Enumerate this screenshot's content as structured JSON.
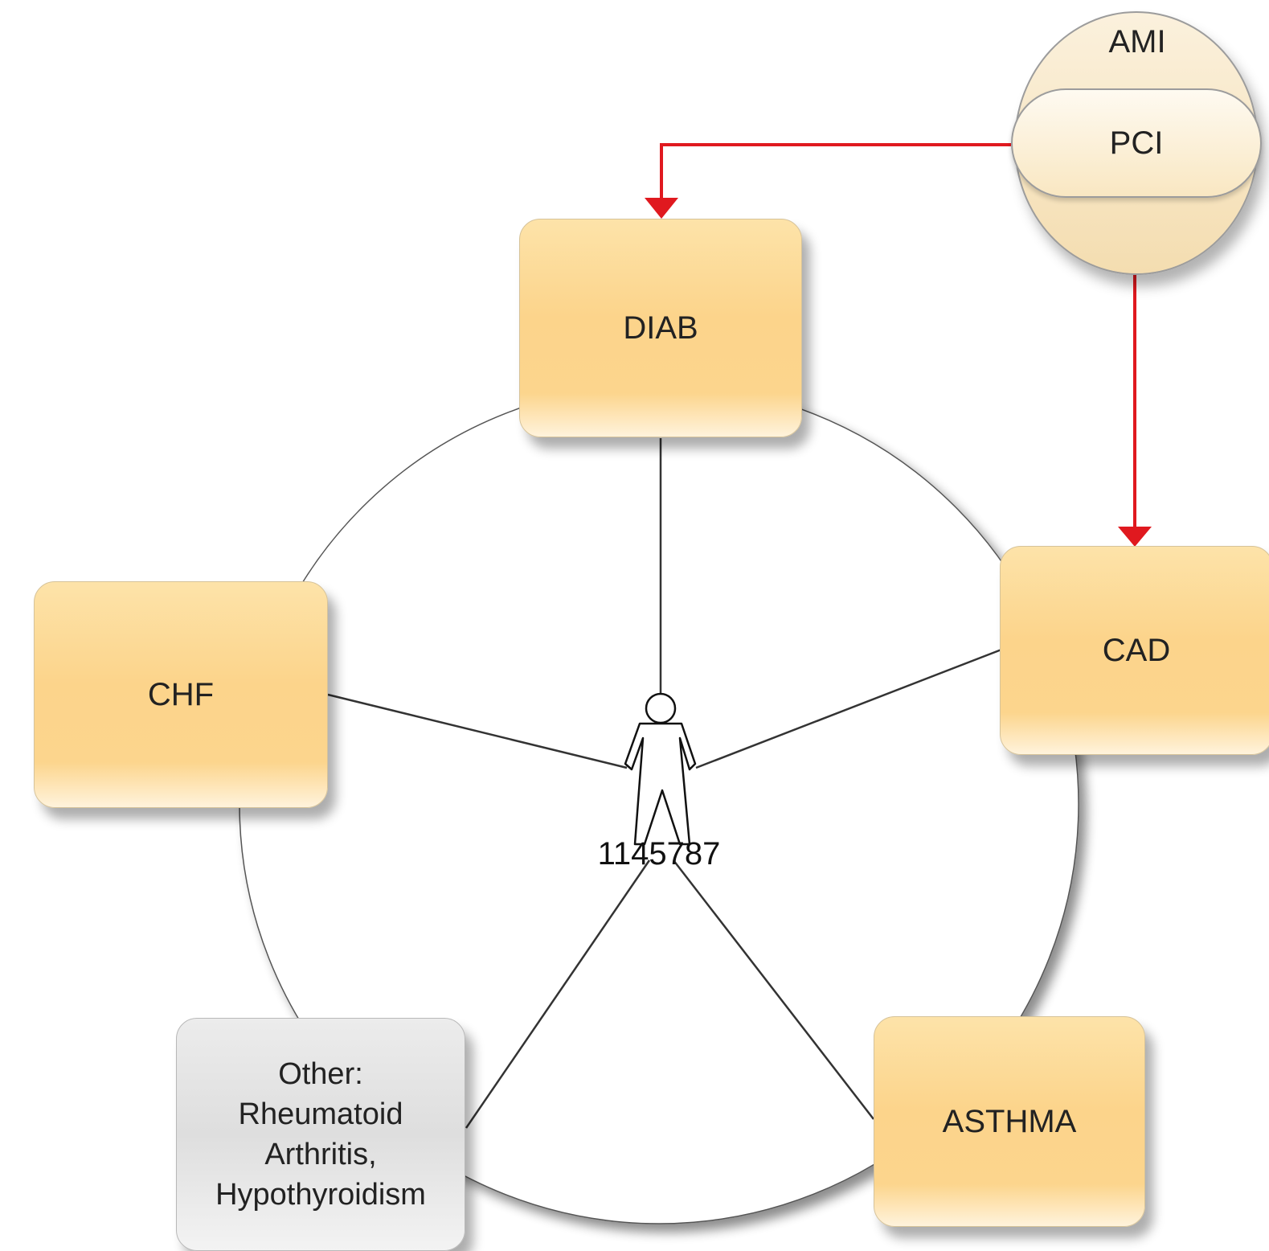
{
  "nodes": {
    "diab": "DIAB",
    "chf": "CHF",
    "cad": "CAD",
    "asthma": "ASTHMA",
    "other": [
      "Other:",
      "Rheumatoid",
      "Arthritis,",
      "Hypothyroidism"
    ]
  },
  "event": {
    "ami": "AMI",
    "pci": "PCI"
  },
  "patient": {
    "id": "1145787"
  },
  "colors": {
    "node_fill": "#fcd48b",
    "other_fill": "#e3e3e3",
    "arrow": "#e0191f",
    "line": "#333333"
  }
}
